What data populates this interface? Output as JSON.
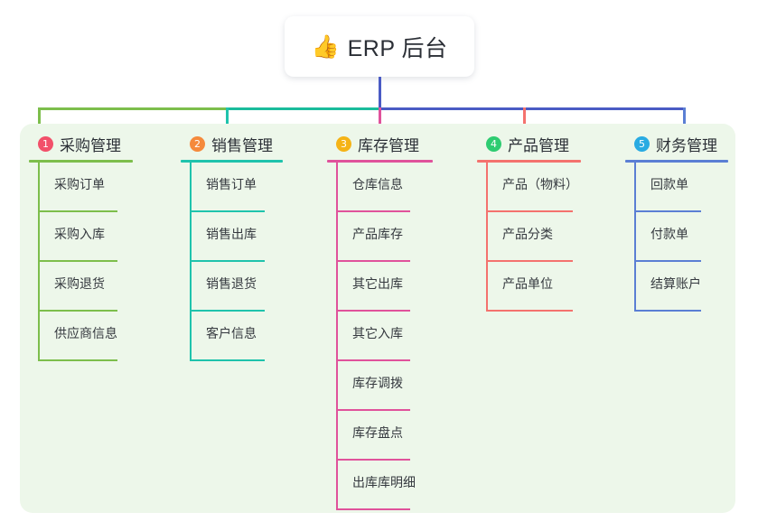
{
  "diagram": {
    "type": "mindmap-tree",
    "root": {
      "emoji": "👍",
      "emoji_name": "thumbs-up-icon",
      "label": "ERP 后台"
    },
    "panel_color": "#edf7ea",
    "trunk_segments": [
      {
        "name": "trunk-green",
        "color": "#7dbe4c"
      },
      {
        "name": "trunk-teal",
        "color": "#1abc9c"
      },
      {
        "name": "trunk-blue",
        "color": "#4a5bc4"
      }
    ],
    "branches": [
      {
        "index": "1",
        "title": "采购管理",
        "badge_color": "#f2506a",
        "line_color": "#7dbe4c",
        "items": [
          "采购订单",
          "采购入库",
          "采购退货",
          "供应商信息"
        ]
      },
      {
        "index": "2",
        "title": "销售管理",
        "badge_color": "#f58a3c",
        "line_color": "#1fc3ac",
        "items": [
          "销售订单",
          "销售出库",
          "销售退货",
          "客户信息"
        ]
      },
      {
        "index": "3",
        "title": "库存管理",
        "badge_color": "#f5b316",
        "line_color": "#e0529b",
        "items": [
          "仓库信息",
          "产品库存",
          "其它出库",
          "其它入库",
          "库存调拨",
          "库存盘点",
          "出库库明细"
        ]
      },
      {
        "index": "4",
        "title": "产品管理",
        "badge_color": "#2ecc71",
        "line_color": "#f4726e",
        "items": [
          "产品（物料）",
          "产品分类",
          "产品单位"
        ]
      },
      {
        "index": "5",
        "title": "财务管理",
        "badge_color": "#29abe2",
        "line_color": "#5b7fd4",
        "items": [
          "回款单",
          "付款单",
          "结算账户"
        ]
      }
    ]
  }
}
